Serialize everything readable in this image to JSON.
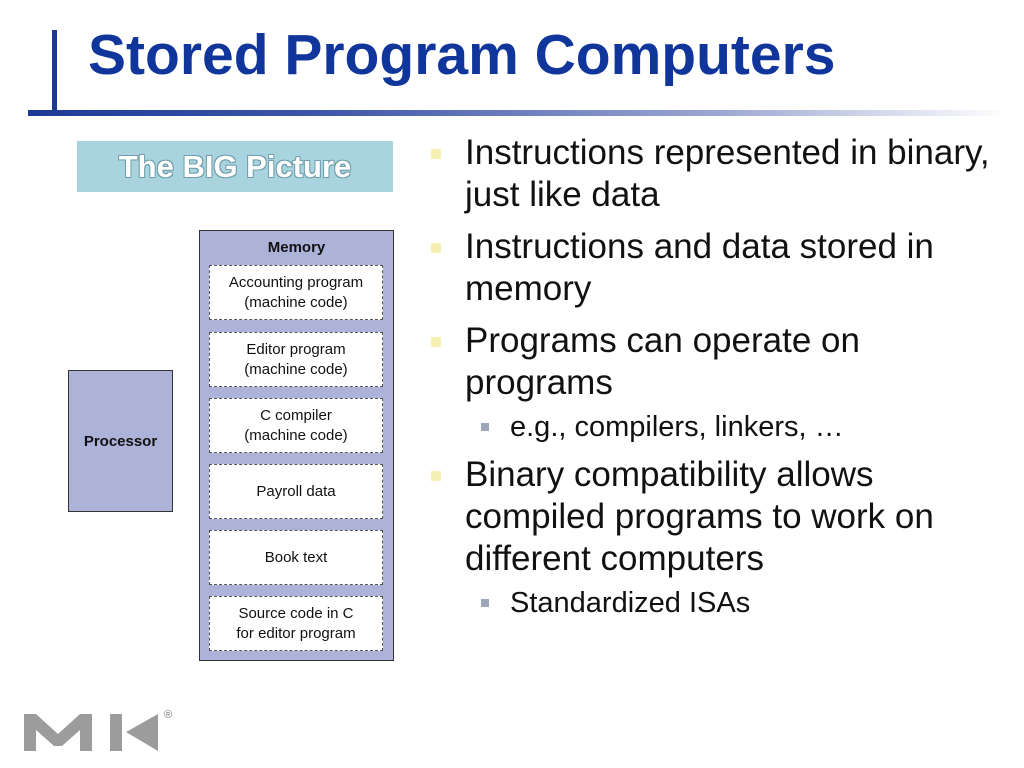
{
  "slide": {
    "title": "Stored Program Computers",
    "banner": "The BIG Picture"
  },
  "diagram": {
    "processor_label": "Processor",
    "memory_label": "Memory",
    "memory_items": [
      {
        "line1": "Accounting program",
        "line2": "(machine code)"
      },
      {
        "line1": "Editor program",
        "line2": "(machine code)"
      },
      {
        "line1": "C compiler",
        "line2": "(machine code)"
      },
      {
        "line1": "Payroll data",
        "line2": ""
      },
      {
        "line1": "Book text",
        "line2": ""
      },
      {
        "line1": "Source code in C",
        "line2": "for editor program"
      }
    ]
  },
  "bullets": [
    {
      "text": "Instructions represented in binary, just like data"
    },
    {
      "text": "Instructions and data stored in memory"
    },
    {
      "text": "Programs can operate on programs"
    },
    {
      "text": "e.g., compilers, linkers, …"
    },
    {
      "text": "Binary compatibility allows compiled programs to work on different computers"
    },
    {
      "text": "Standardized ISAs"
    }
  ],
  "logo": {
    "icon": "mk-logo-icon",
    "registered_mark": "®"
  },
  "colors": {
    "title": "#10369c",
    "accent_bar": "#1c3a96",
    "banner_bg": "#a9d4df",
    "diagram_fill": "#adb2d8",
    "bullet_l1": "#f4efb3",
    "bullet_l2": "#9ca8b8"
  }
}
